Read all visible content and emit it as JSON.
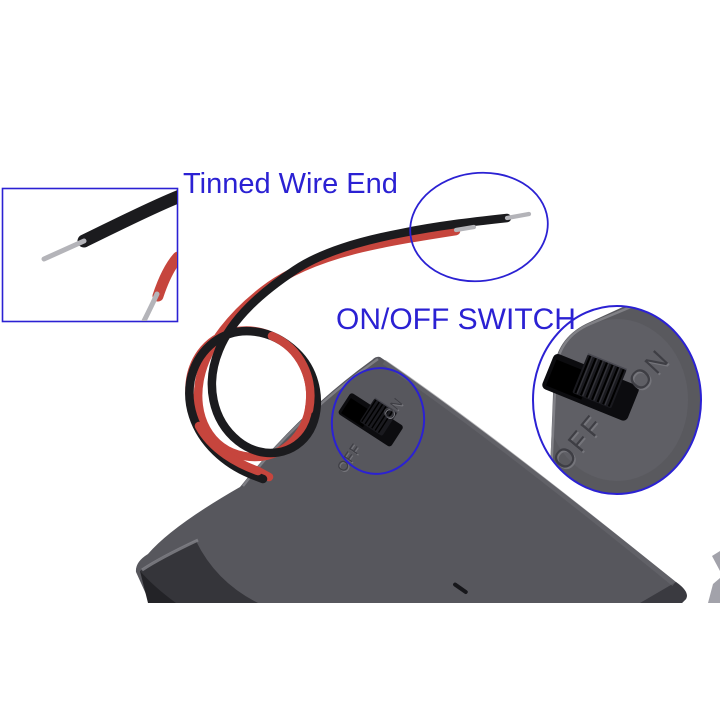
{
  "annotations": {
    "wire_label": "Tinned Wire End",
    "switch_label": "ON/OFF SWITCH"
  },
  "switch_markings": {
    "off": "OFF",
    "on": "ON"
  },
  "colors": {
    "annotation_blue": "#2b21d3",
    "wire_red": "#c6453d",
    "wire_black": "#1b1b1e",
    "tinned_silver": "#b4b4b9",
    "case_gray": "#57575d",
    "case_gray_light": "#5f5f65",
    "case_side_dark": "#35353a",
    "case_side_darker": "#232327",
    "emboss_dark": "#3e3e44",
    "emboss_light": "#75757b",
    "switch_black": "#0c0c0f",
    "knob_gray": "#1a1a1f",
    "highlight_gray": "#85858b",
    "background": "#ffffff"
  }
}
